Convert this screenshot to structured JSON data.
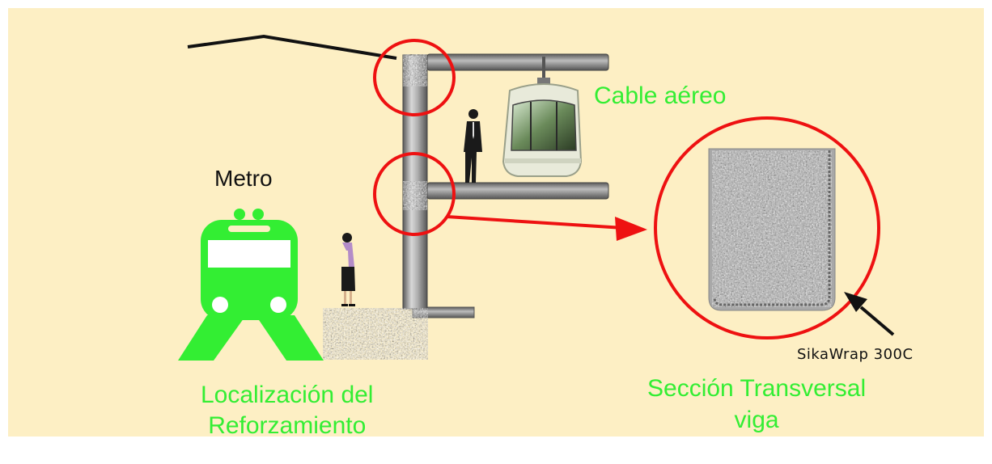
{
  "labels": {
    "metro": "Metro",
    "cable": "Cable aéreo",
    "location_line1": "Localización del",
    "location_line2": "Reforzamiento",
    "section_line1": "Sección Transversal",
    "section_line2": "viga",
    "product": "SikaWrap 300C"
  },
  "colors": {
    "background": "#fdefc4",
    "accent_green": "#33ee33",
    "highlight_red": "#ee1111",
    "steel": "#8a8a8a"
  }
}
